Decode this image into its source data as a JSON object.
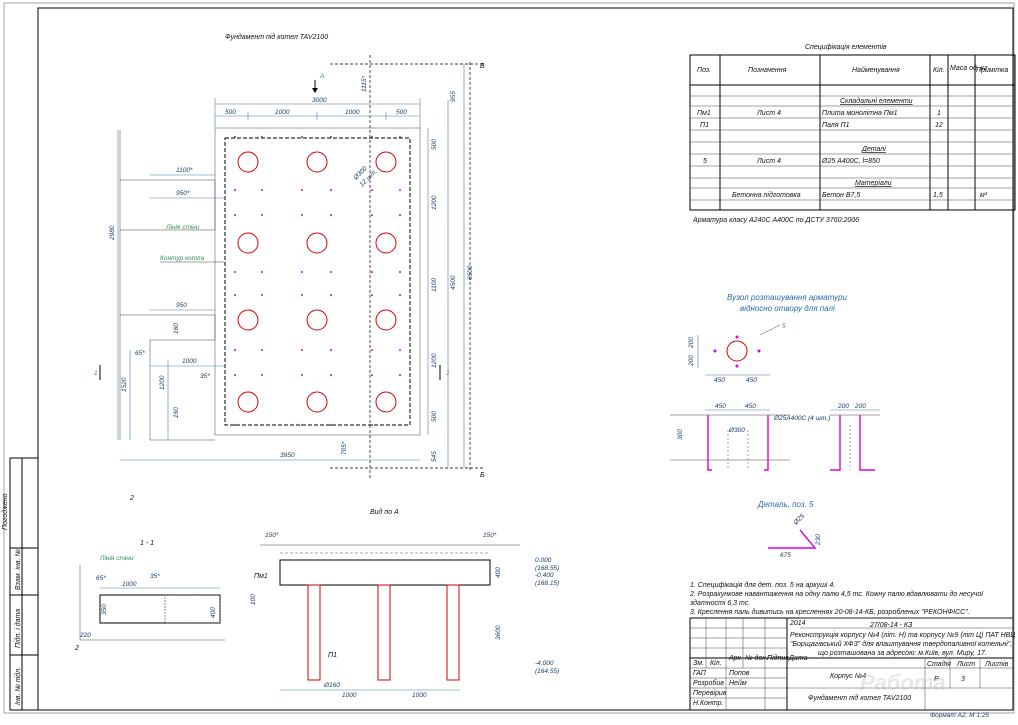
{
  "plan": {
    "title": "Фундамент під котел TAV2100",
    "label_wall": "Лінія стіни",
    "label_contour": "Контур котла",
    "label_pile": "Ø300",
    "label_pile_count": "12 шт.",
    "axis_a": "А",
    "axis_b": "В",
    "axis_b2": "Б",
    "axis_1": "1",
    "axis_2": "2",
    "dims_top": [
      "500",
      "1000",
      "1000",
      "500"
    ],
    "dim_total_top": "3000",
    "dim_1115": "1115*",
    "dims_left": [
      "1100*",
      "950*",
      "950",
      "1000"
    ],
    "dims_right": [
      "500",
      "1200",
      "1100",
      "1200",
      "500"
    ],
    "dim_955": "955",
    "dim_4500": "4500",
    "dim_6500": "6500",
    "dim_2980": "2980",
    "dim_1520": "1520",
    "dim_1200": "1200",
    "dim_160": "160",
    "dim_160b": "160",
    "dim_65": "65*",
    "dim_35": "35*",
    "dim_3950": "3950",
    "dim_705": "705*",
    "dim_545": "545"
  },
  "spec": {
    "title": "Специфікація елементів",
    "headers": [
      "Поз.",
      "Позначення",
      "Найменування",
      "Кіл.",
      "Маса од.,кг",
      "Примітка"
    ],
    "section_parts": "Складальні елементи",
    "section_details": "Деталі",
    "section_materials": "Матеріали",
    "rows": [
      {
        "pos": "Пм1",
        "ref": "Лист  4",
        "name": "Плита монолітна Пм1",
        "qty": "1",
        "mass": "",
        "note": ""
      },
      {
        "pos": "П1",
        "ref": "",
        "name": "Паля П1",
        "qty": "12",
        "mass": "",
        "note": ""
      },
      {
        "pos": "5",
        "ref": "Лист  4",
        "name": "Ø25 А400С, l=850",
        "qty": "",
        "mass": "",
        "note": ""
      },
      {
        "pos": "",
        "ref": "Бетонна підготовка",
        "name": "Бетон  В7,5",
        "qty": "1,5",
        "mass": "",
        "note": "м³"
      }
    ],
    "footnote": "Арматура класу А240С А400С по ДСТУ 3760:2006"
  },
  "node": {
    "title1": "Вузол розташування арматури",
    "title2": "відносно отвору для палі",
    "pos": "5",
    "dim_200a": "200",
    "dim_200b": "200",
    "dim_450a": "450",
    "dim_450b": "450",
    "dim_450c": "450",
    "dim_450d": "450",
    "dim_200c": "200",
    "dim_200d": "200",
    "dim_300": "300",
    "dim_d300": "Ø300",
    "label_embed": "Ø25А400С (4 шт.)"
  },
  "detail": {
    "title": "Деталь, поз. 5",
    "dim_675": "675",
    "dim_230": "230",
    "dim_d": "Ø25"
  },
  "section11": {
    "title": "1 - 1",
    "label_wall": "Лінія стіни",
    "dim_65": "65*",
    "dim_35": "35*",
    "dim_1000": "1000",
    "dim_350": "350",
    "dim_400": "400",
    "dim_220": "220",
    "axis": "2"
  },
  "view_a": {
    "title": "Вид по А",
    "dim_150a": "150*",
    "dim_150b": "150*",
    "lvl_0": "0.000",
    "lvl_0_abs": "(168.55)",
    "lvl_04": "-0.400",
    "lvl_04_abs": "(168.15)",
    "lvl_40": "-4.000",
    "lvl_40_abs": "(164.55)",
    "label_pm1": "Пм1",
    "label_p1": "П1",
    "dim_100": "100",
    "dim_400": "400",
    "dim_3600": "3600",
    "dim_160": "Ø160",
    "dim_1000a": "1000",
    "dim_1000b": "1000"
  },
  "notes": [
    "1.  Специфікація для дет. поз. 5 на аркуші 4.",
    "2.  Розрахункове навантаження на одну палю 4,5 тс. Кожну палю вдавлювати до несучої",
    "     здатності 6,3 тс.",
    "3.  Креслення паль дивитись на кресленнях 20-08-14-КБ, розроблених \"РЕКОНФІСС\"."
  ],
  "stamp": {
    "code": "27/08-14 - КЗ",
    "year": "2014",
    "desc1": "Реконструкція корпусу №4 (літ. Н) та корпусу №9 (літ Ц) ПАТ  НВЦ",
    "desc2": "\"Борщагівський  ХФЗ\" для влаштування твердопаливної котельні\",",
    "desc3": "що  розташована за адресою: м.Київ, вул. Миру, 17.",
    "col_headers": [
      "Зм.",
      "Кіл.",
      "Арк.",
      "№ док.",
      "Підпис",
      "Дата"
    ],
    "roles": [
      "ГАП",
      "Розробив",
      "Перевірив",
      "Н.Контр."
    ],
    "names": [
      "Попов",
      "Нейм",
      "",
      ""
    ],
    "building": "Корпус №4",
    "stage_h": "Стадія",
    "sheet_h": "Лист",
    "sheets_h": "Листів",
    "stage": "Р",
    "sheet": "3",
    "sheet_title": "Фундамент під котел TAV2100",
    "format": "Формат А2, М 1:25"
  },
  "side": {
    "labels": [
      "Погоджено",
      "Взам. інв. №",
      "Підп. і дата",
      "Інв. № підл."
    ]
  },
  "watermark": "Работа"
}
